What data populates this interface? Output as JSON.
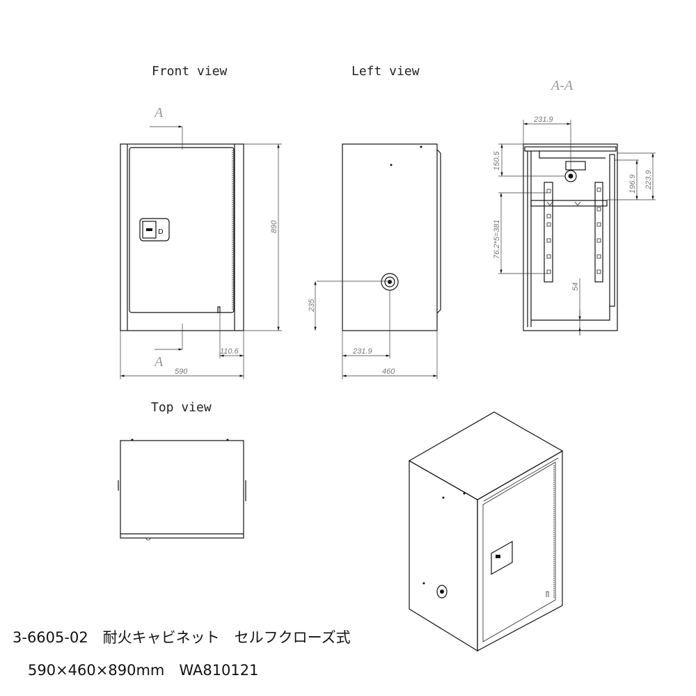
{
  "views": {
    "front": "Front view",
    "left": "Left view",
    "top": "Top view",
    "section": "A-A",
    "section_marker": "A"
  },
  "dimensions": {
    "front_height": "890",
    "front_width": "590",
    "front_offset": "110.6",
    "left_handle_height": "235",
    "left_handle_offset": "231.9",
    "left_depth": "460",
    "section_top_offset": "231.9",
    "section_fan_height": "150.5",
    "section_shelf_1": "196.9",
    "section_shelf_2": "223.9",
    "section_pitch": "76.2*5=381",
    "section_bottom": "54"
  },
  "caption": {
    "line1": "3-6605-02　耐火キャビネット　セルフクローズ式",
    "line2": "590×460×890mm　WA810121"
  }
}
